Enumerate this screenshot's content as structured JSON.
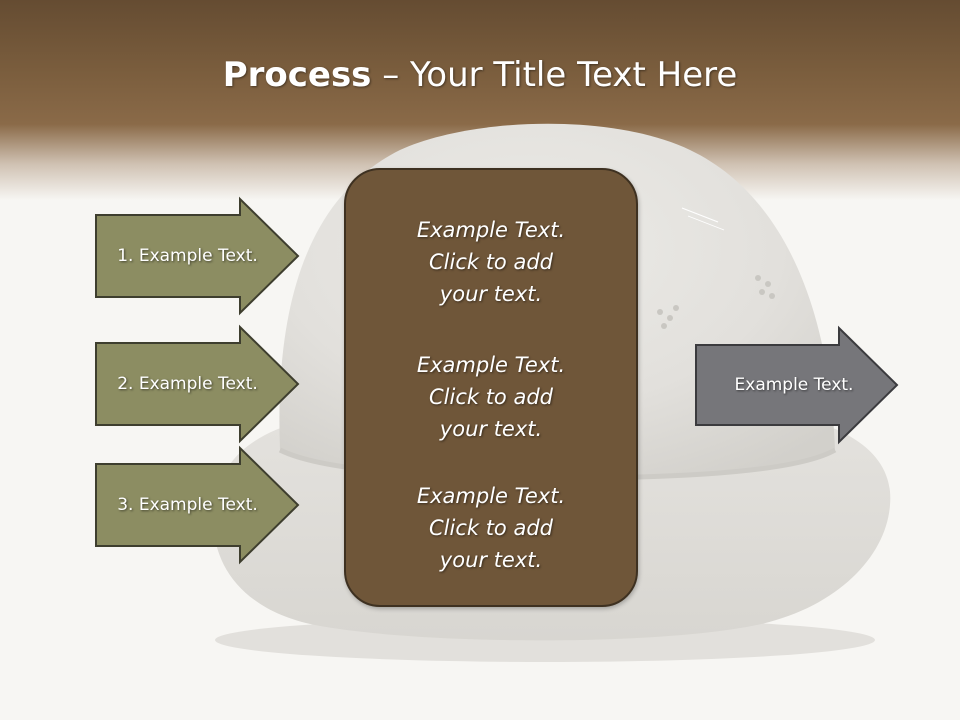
{
  "slide": {
    "title_strong": "Process",
    "title_rest": " – Your Title Text Here"
  },
  "colors": {
    "header_brown": "#654c32",
    "olive_arrow": "#8c8d62",
    "olive_border": "#3e3e2e",
    "box_brown": "#6f5639",
    "box_border": "#3e3121",
    "output_arrow": "#76767a",
    "output_border": "#3b3b3e"
  },
  "inputs": [
    {
      "label": "1. Example Text."
    },
    {
      "label": "2. Example Text."
    },
    {
      "label": "3. Example Text."
    }
  ],
  "center": {
    "blocks": [
      {
        "lines": [
          "Example Text.",
          "Click  to add",
          "your text."
        ]
      },
      {
        "lines": [
          "Example Text.",
          "Click  to add",
          "your text."
        ]
      },
      {
        "lines": [
          "Example Text.",
          "Click  to add",
          "your text."
        ]
      }
    ]
  },
  "output": {
    "label": "Example Text."
  },
  "background": {
    "picture": "hard-hat-photo"
  }
}
